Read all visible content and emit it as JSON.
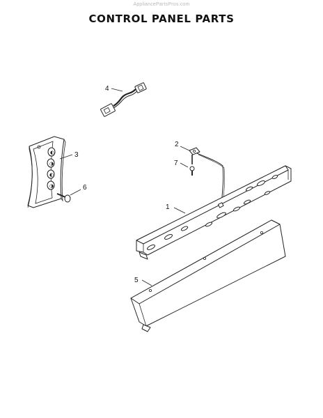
{
  "watermark": "AppliancePartsPros.com",
  "title": "CONTROL PANEL PARTS",
  "callouts": [
    "1",
    "2",
    "3",
    "4",
    "5",
    "6",
    "7"
  ]
}
